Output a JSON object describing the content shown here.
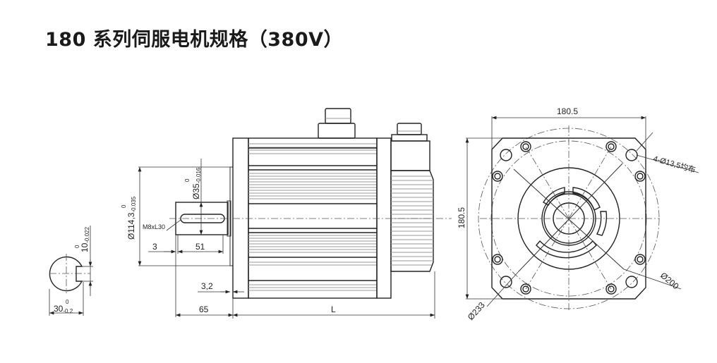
{
  "title": "180 系列伺服电机规格（380V）",
  "drawing": {
    "shaft_section": {
      "key_width": "10",
      "key_width_tol_upper": "0",
      "key_width_tol_lower": "-0.022",
      "shaft_dia": "30",
      "shaft_dia_tol_upper": "0",
      "shaft_dia_tol_lower": "-0.2"
    },
    "side_view": {
      "flange_dia": "Ø114,3",
      "flange_dia_tol_upper": "0",
      "flange_dia_tol_lower": "-0.035",
      "shaft_dia": "Ø35",
      "shaft_dia_tol_upper": "0",
      "shaft_dia_tol_lower": "-0.016",
      "tapped_hole": "M8xL30",
      "dim_3": "3",
      "dim_51": "51",
      "dim_3_2": "3,2",
      "dim_65": "65",
      "dim_L": "L"
    },
    "front_view": {
      "width": "180.5",
      "height": "180.5",
      "holes": "4-Ø13,5均布",
      "pcd": "Ø200",
      "outer_dia": "Ø233"
    }
  }
}
